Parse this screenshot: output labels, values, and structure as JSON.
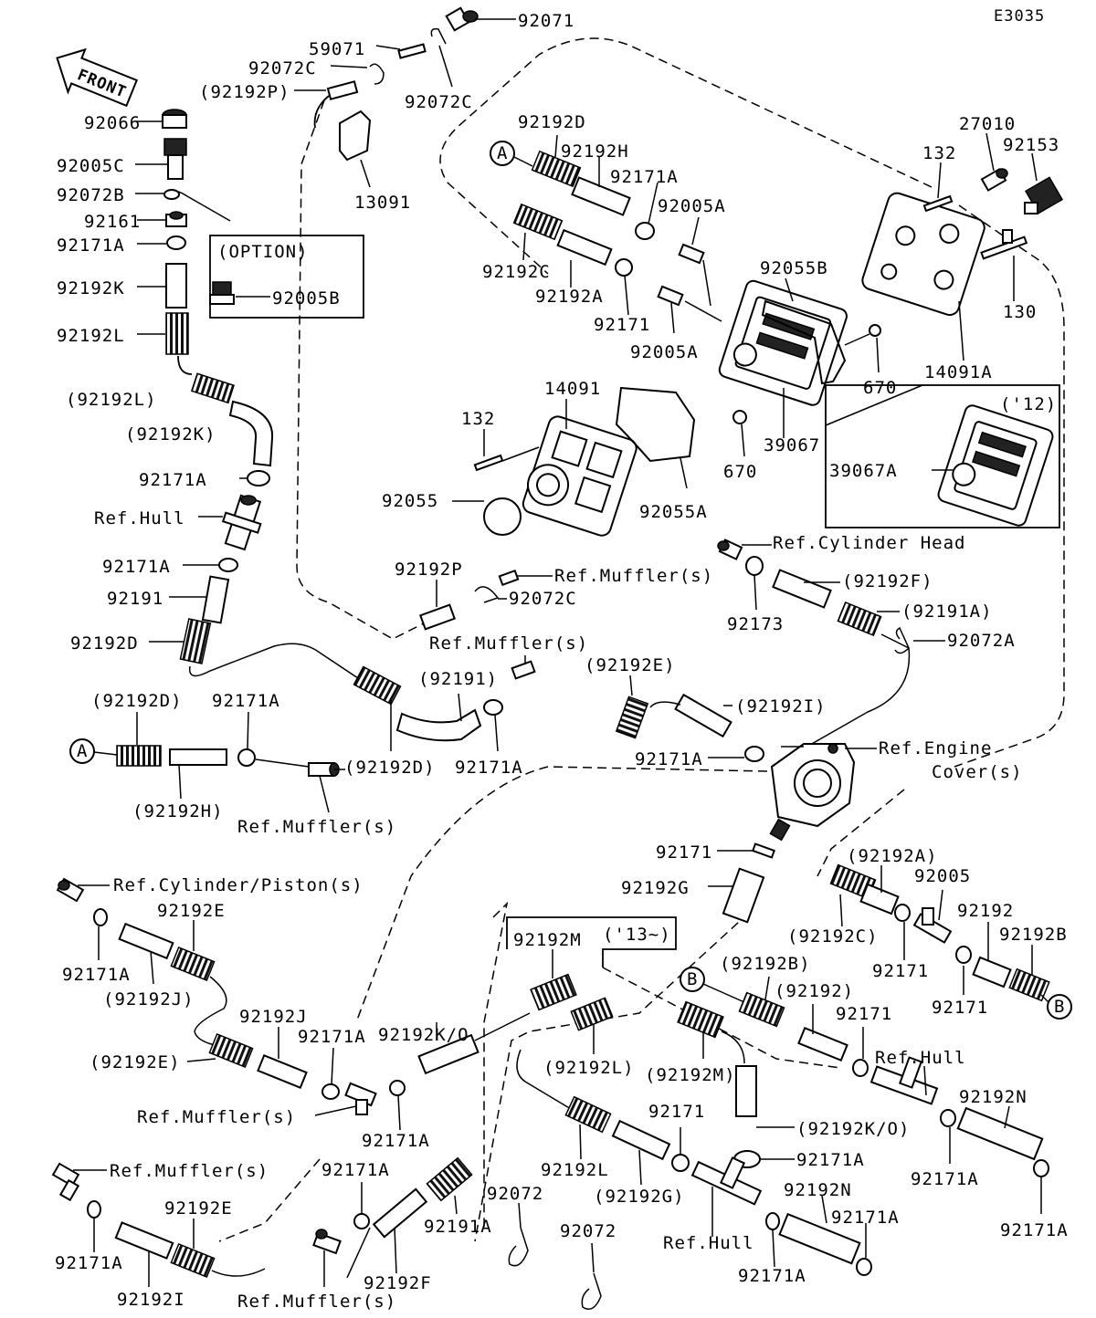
{
  "diagram_code": "E3035",
  "front_label": "FRONT",
  "option_label": "(OPTION)",
  "year_12_label": "('12)",
  "year_13_label": "('13~)",
  "markers": {
    "a": "A",
    "b": "B"
  },
  "labels": {
    "l92071": "92071",
    "l59071": "59071",
    "l92072c_1": "92072C",
    "l92072c_2": "92072C",
    "l92192p_paren": "(92192P)",
    "l13091": "13091",
    "l92066": "92066",
    "l92005c": "92005C",
    "l92072b": "92072B",
    "l92161": "92161",
    "l92171a_1": "92171A",
    "l92192k": "92192K",
    "l92005b": "92005B",
    "l92192l": "92192L",
    "l92192l_paren": "(92192L)",
    "l92192k_paren": "(92192K)",
    "l92171a_2": "92171A",
    "ref_hull_1": "Ref.Hull",
    "l92171a_3": "92171A",
    "l92191": "92191",
    "l92192d_1": "92192D",
    "l92192d_top": "92192D",
    "l92192h": "92192H",
    "l92171a_4": "92171A",
    "l92005a_1": "92005A",
    "l92192c": "92192C",
    "l92192a": "92192A",
    "l92171_1": "92171",
    "l92005a_2": "92005A",
    "l92055b": "92055B",
    "l132_1": "132",
    "l27010": "27010",
    "l92153": "92153",
    "l130": "130",
    "l14091a": "14091A",
    "l670_1": "670",
    "l670_2": "670",
    "l39067": "39067",
    "l14091": "14091",
    "l132_2": "132",
    "l92055": "92055",
    "l92055a": "92055A",
    "l39067a": "39067A",
    "ref_cyl_head": "Ref.Cylinder Head",
    "l92192p": "92192P",
    "ref_muffler_1": "Ref.Muffler(s)",
    "l92072c_3": "92072C",
    "l92192f_paren": "(92192F)",
    "l92173": "92173",
    "l92191a_paren": "(92191A)",
    "l92072a": "92072A",
    "ref_muffler_2": "Ref.Muffler(s)",
    "l92191_paren": "(92191)",
    "l92192e_paren_1": "(92192E)",
    "l92192i_paren": "(92192I)",
    "l92192d_paren_1": "(92192D)",
    "l92171a_5": "92171A",
    "l92192d_paren_2": "(92192D)",
    "l92171a_6": "92171A",
    "l92192h_paren": "(92192H)",
    "ref_muffler_3": "Ref.Muffler(s)",
    "l92171a_7": "92171A",
    "ref_engine_cover_1": "Ref.Engine",
    "ref_engine_cover_2": "Cover(s)",
    "l92171_2": "92171",
    "l92192g": "92192G",
    "ref_cyl_piston": "Ref.Cylinder/Piston(s)",
    "l92192e_1": "92192E",
    "l92171a_8": "92171A",
    "l92192j_paren": "(92192J)",
    "l92192j": "92192J",
    "l92192e_paren_2": "(92192E)",
    "l92171a_9": "92171A",
    "ref_muffler_4": "Ref.Muffler(s)",
    "l92171a_10": "92171A",
    "ref_muffler_5": "Ref.Muffler(s)",
    "l92192e_2": "92192E",
    "l92171a_11": "92171A",
    "l92192i": "92192I",
    "ref_muffler_6": "Ref.Muffler(s)",
    "l92171a_12": "92171A",
    "l92192f": "92192F",
    "l92191a": "92191A",
    "l92192m": "92192M",
    "l92192ko_1": "92192K/O",
    "l92192l_paren_2": "(92192L)",
    "l92192l_2": "92192L",
    "l92171_3": "92171",
    "l92072_1": "92072",
    "l92072_2": "92072",
    "l92192g_paren": "(92192G)",
    "ref_hull_2": "Ref.Hull",
    "l92192b_paren": "(92192B)",
    "l92192_paren": "(92192)",
    "l92192m_paren": "(92192M)",
    "l92192ko_paren": "(92192K/O)",
    "l92171a_13": "92171A",
    "l92192n_1": "92192N",
    "l92171a_14": "92171A",
    "l92171a_15": "92171A",
    "l92171_4": "92171",
    "ref_hull_3": "Ref.Hull",
    "l92192a_paren": "(92192A)",
    "l92192c_paren": "(92192C)",
    "l92005": "92005",
    "l92192": "92192",
    "l92192b": "92192B",
    "l92171_5": "92171",
    "l92171_6": "92171",
    "l92192n_2": "92192N",
    "l92171a_16": "92171A",
    "l92171a_17": "92171A"
  }
}
